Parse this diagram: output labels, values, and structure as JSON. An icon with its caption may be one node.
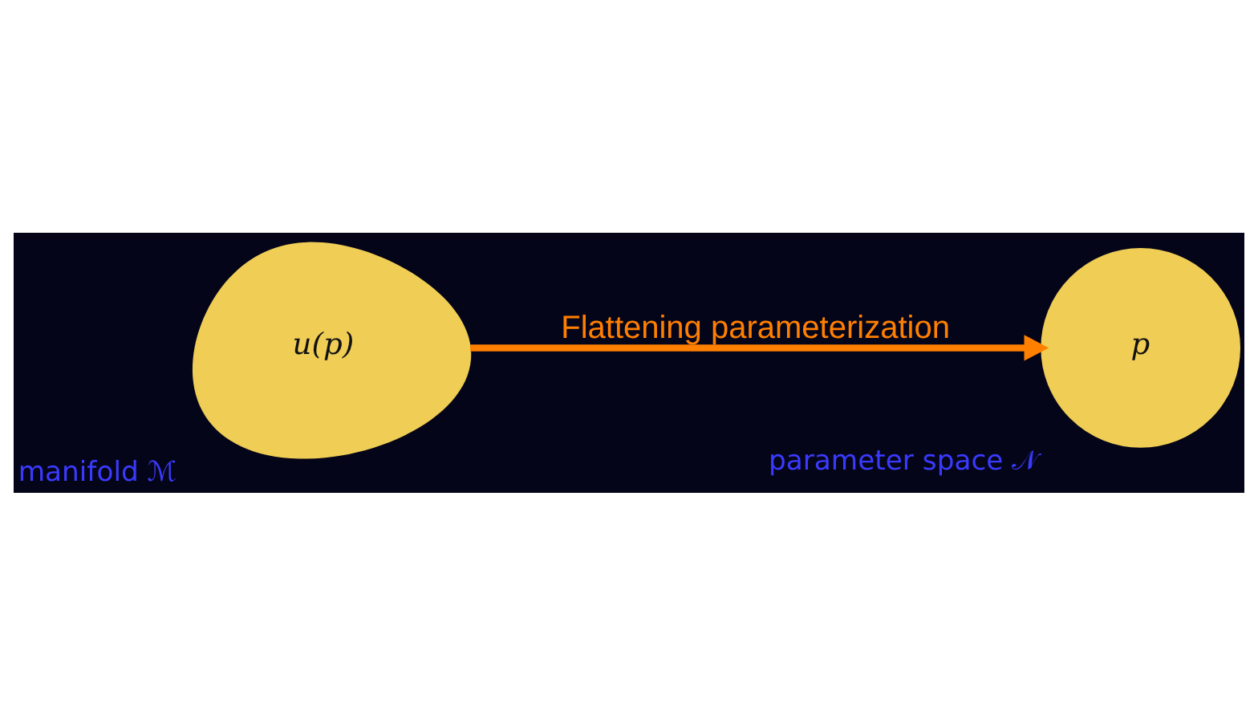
{
  "diagram": {
    "nodes": [
      {
        "text": [
          "u(p)"
        ],
        "beside": [
          "manifold ℳ"
        ]
      },
      {
        "text": [
          "p"
        ],
        "beside": [
          "parameter space 𝒩"
        ]
      }
    ],
    "edges": [
      {
        "from": 0,
        "to": 1,
        "arrow": "to",
        "label": "Flattening parameterization"
      }
    ]
  }
}
